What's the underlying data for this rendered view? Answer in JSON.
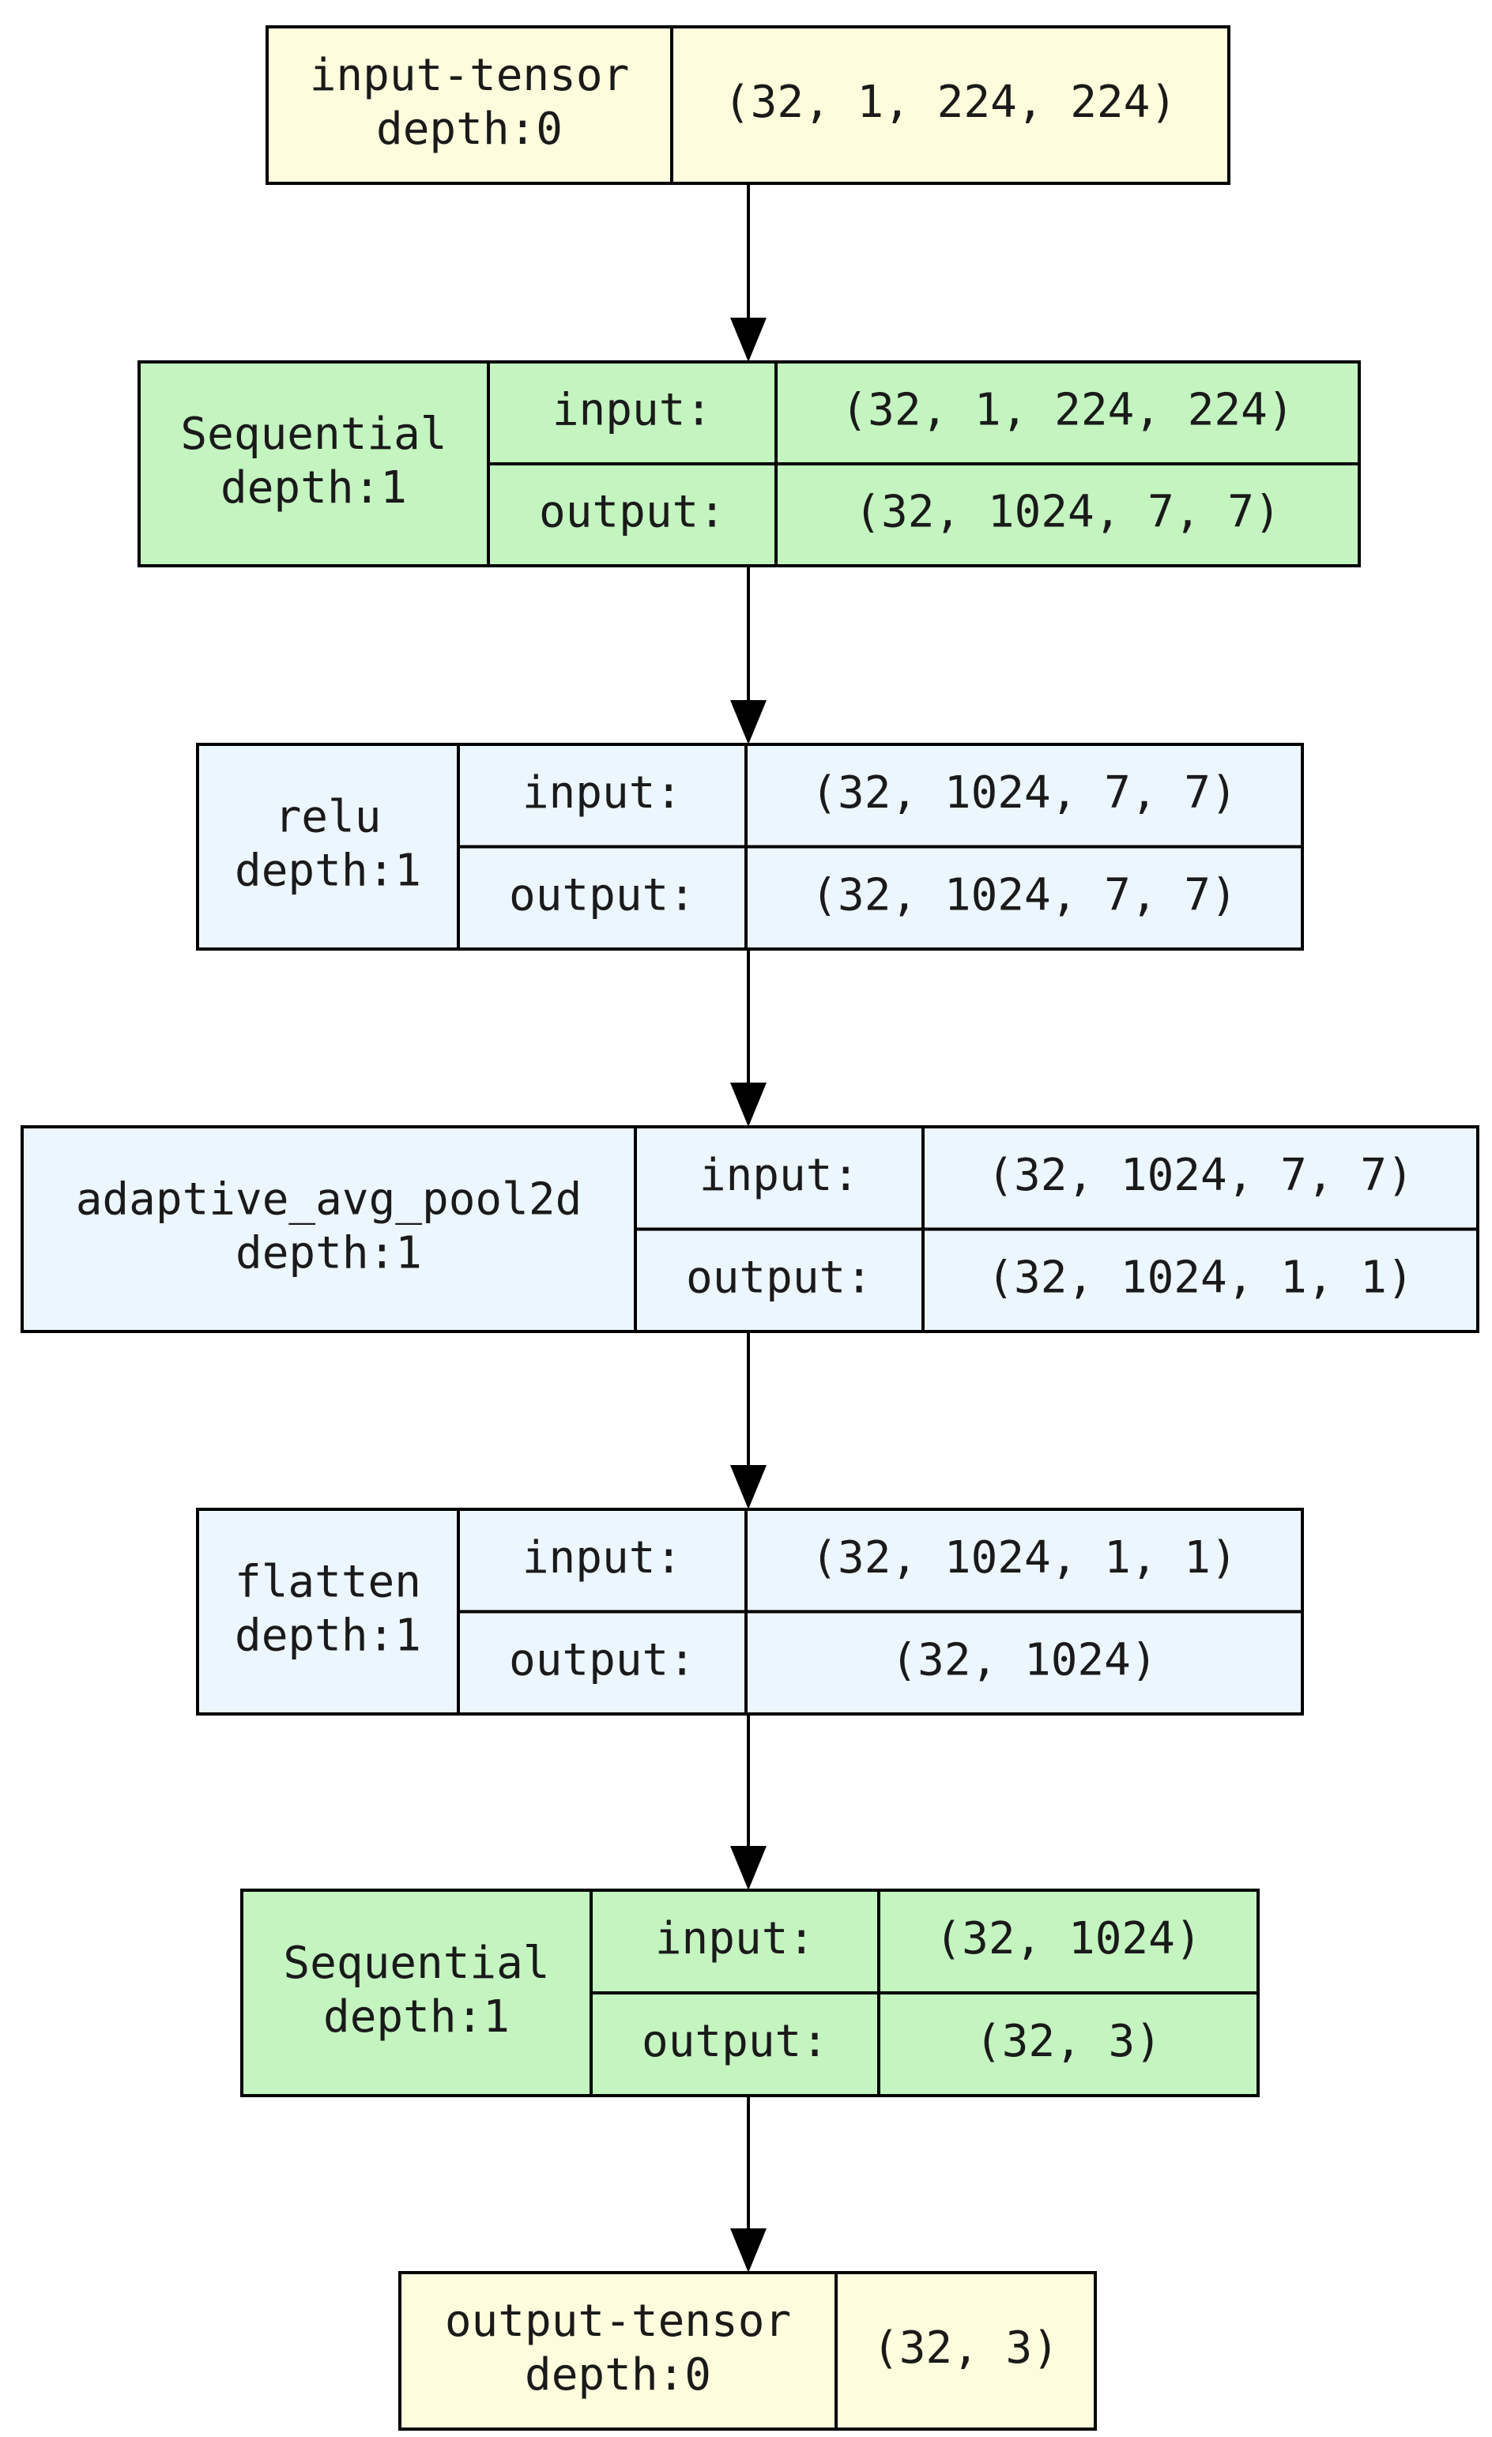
{
  "colors": {
    "tensor": "#fdfcdc",
    "sequential": "#c4f4c0",
    "function": "#ecf6fe",
    "stroke": "#000000"
  },
  "nodes": [
    {
      "id": "input-tensor",
      "kind": "tensor",
      "name": "input-tensor",
      "depth": "depth:0",
      "shape": "(32, 1, 224, 224)"
    },
    {
      "id": "sequential-1",
      "kind": "sequential",
      "name": "Sequential",
      "depth": "depth:1",
      "input_label": "input:",
      "input_shape": "(32, 1, 224, 224)",
      "output_label": "output:",
      "output_shape": "(32, 1024, 7, 7)"
    },
    {
      "id": "relu",
      "kind": "function",
      "name": "relu",
      "depth": "depth:1",
      "input_label": "input:",
      "input_shape": "(32, 1024, 7, 7)",
      "output_label": "output:",
      "output_shape": "(32, 1024, 7, 7)"
    },
    {
      "id": "adaptive-avg-pool2d",
      "kind": "function",
      "name": "adaptive_avg_pool2d",
      "depth": "depth:1",
      "input_label": "input:",
      "input_shape": "(32, 1024, 7, 7)",
      "output_label": "output:",
      "output_shape": "(32, 1024, 1, 1)"
    },
    {
      "id": "flatten",
      "kind": "function",
      "name": "flatten",
      "depth": "depth:1",
      "input_label": "input:",
      "input_shape": "(32, 1024, 1, 1)",
      "output_label": "output:",
      "output_shape": "(32, 1024)"
    },
    {
      "id": "sequential-2",
      "kind": "sequential",
      "name": "Sequential",
      "depth": "depth:1",
      "input_label": "input:",
      "input_shape": "(32, 1024)",
      "output_label": "output:",
      "output_shape": "(32, 3)"
    },
    {
      "id": "output-tensor",
      "kind": "tensor",
      "name": "output-tensor",
      "depth": "depth:0",
      "shape": "(32, 3)"
    }
  ],
  "edges": [
    {
      "from": "input-tensor",
      "to": "sequential-1"
    },
    {
      "from": "sequential-1",
      "to": "relu"
    },
    {
      "from": "relu",
      "to": "adaptive-avg-pool2d"
    },
    {
      "from": "adaptive-avg-pool2d",
      "to": "flatten"
    },
    {
      "from": "flatten",
      "to": "sequential-2"
    },
    {
      "from": "sequential-2",
      "to": "output-tensor"
    }
  ]
}
